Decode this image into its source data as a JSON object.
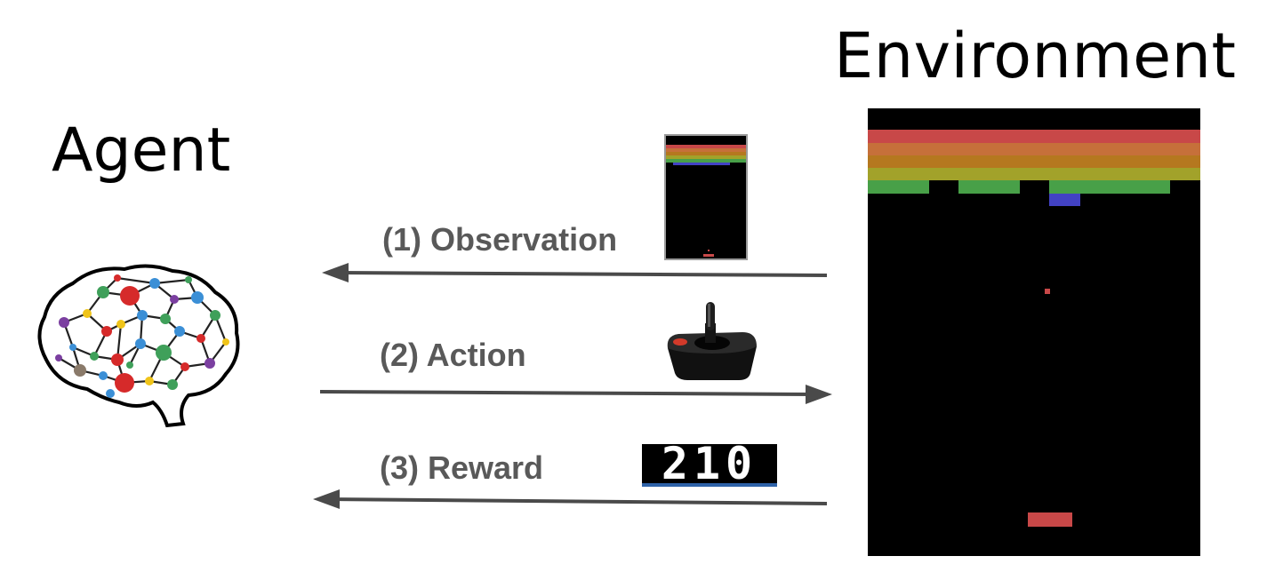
{
  "environment": {
    "title": "Environment"
  },
  "agent": {
    "title": "Agent"
  },
  "steps": {
    "observation": "(1) Observation",
    "action": "(2) Action",
    "reward": "(3) Reward"
  },
  "reward": {
    "score": "210"
  },
  "icons": [
    "brain-network-icon",
    "breakout-screen-thumbnail",
    "joystick-icon",
    "score-display"
  ],
  "colors": {
    "arrow": "#4a4a4a",
    "label": "#595959",
    "brick_rows": [
      "#c84848",
      "#c6703a",
      "#b5781f",
      "#a2a22a",
      "#48a048"
    ],
    "ball_paddle": "#c84848",
    "blue_brick": "#4242c4"
  }
}
